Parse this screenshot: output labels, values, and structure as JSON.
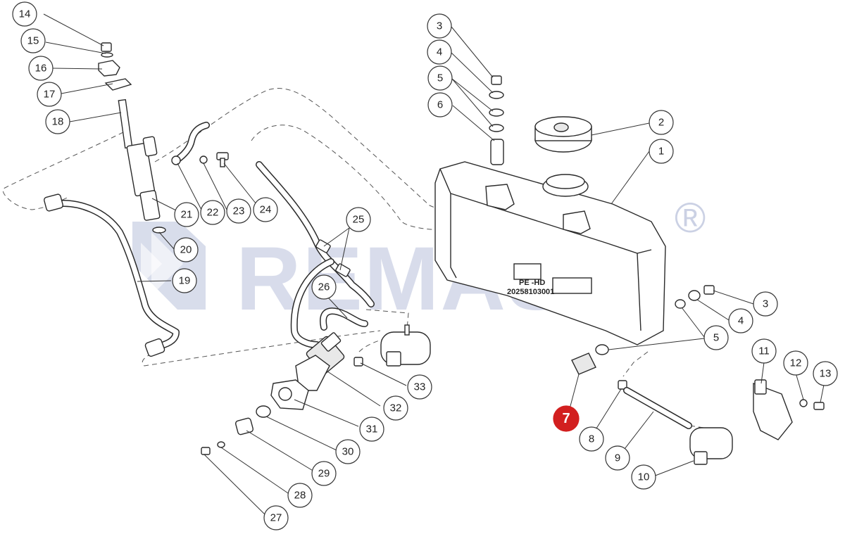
{
  "watermark": {
    "brand": "REMAS",
    "registered": "®"
  },
  "tank_label": {
    "material": "PE -HD",
    "code": "20258103001"
  },
  "highlighted_part": "7",
  "callouts": [
    {
      "id": "1",
      "label": "1"
    },
    {
      "id": "2",
      "label": "2"
    },
    {
      "id": "3",
      "label": "3"
    },
    {
      "id": "4",
      "label": "4"
    },
    {
      "id": "5",
      "label": "5"
    },
    {
      "id": "6",
      "label": "6"
    },
    {
      "id": "3b",
      "label": "3"
    },
    {
      "id": "4b",
      "label": "4"
    },
    {
      "id": "5b",
      "label": "5"
    },
    {
      "id": "7",
      "label": "7"
    },
    {
      "id": "8",
      "label": "8"
    },
    {
      "id": "9",
      "label": "9"
    },
    {
      "id": "10",
      "label": "10"
    },
    {
      "id": "11",
      "label": "11"
    },
    {
      "id": "12",
      "label": "12"
    },
    {
      "id": "13",
      "label": "13"
    },
    {
      "id": "14",
      "label": "14"
    },
    {
      "id": "15",
      "label": "15"
    },
    {
      "id": "16",
      "label": "16"
    },
    {
      "id": "17",
      "label": "17"
    },
    {
      "id": "18",
      "label": "18"
    },
    {
      "id": "19",
      "label": "19"
    },
    {
      "id": "20",
      "label": "20"
    },
    {
      "id": "21",
      "label": "21"
    },
    {
      "id": "22",
      "label": "22"
    },
    {
      "id": "23",
      "label": "23"
    },
    {
      "id": "24",
      "label": "24"
    },
    {
      "id": "25",
      "label": "25"
    },
    {
      "id": "26",
      "label": "26"
    },
    {
      "id": "27",
      "label": "27"
    },
    {
      "id": "28",
      "label": "28"
    },
    {
      "id": "29",
      "label": "29"
    },
    {
      "id": "30",
      "label": "30"
    },
    {
      "id": "31",
      "label": "31"
    },
    {
      "id": "32",
      "label": "32"
    },
    {
      "id": "33",
      "label": "33"
    }
  ],
  "colors": {
    "highlight": "#d21f1f",
    "line": "#2a2a2a",
    "watermark": "#a9b3d3"
  }
}
